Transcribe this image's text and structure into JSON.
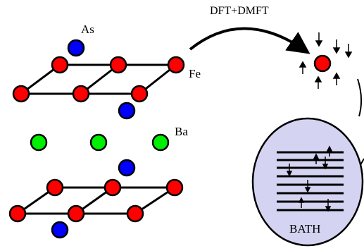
{
  "labels": {
    "as": "As",
    "fe": "Fe",
    "ba": "Ba",
    "arrow_caption": "DFT+DMFT",
    "bath": "BATH"
  },
  "colors": {
    "fe_atom": "#ff0000",
    "as_atom": "#0000ff",
    "ba_atom": "#00ee00",
    "bath_fill": "#d4d4f2",
    "line": "#000000"
  }
}
